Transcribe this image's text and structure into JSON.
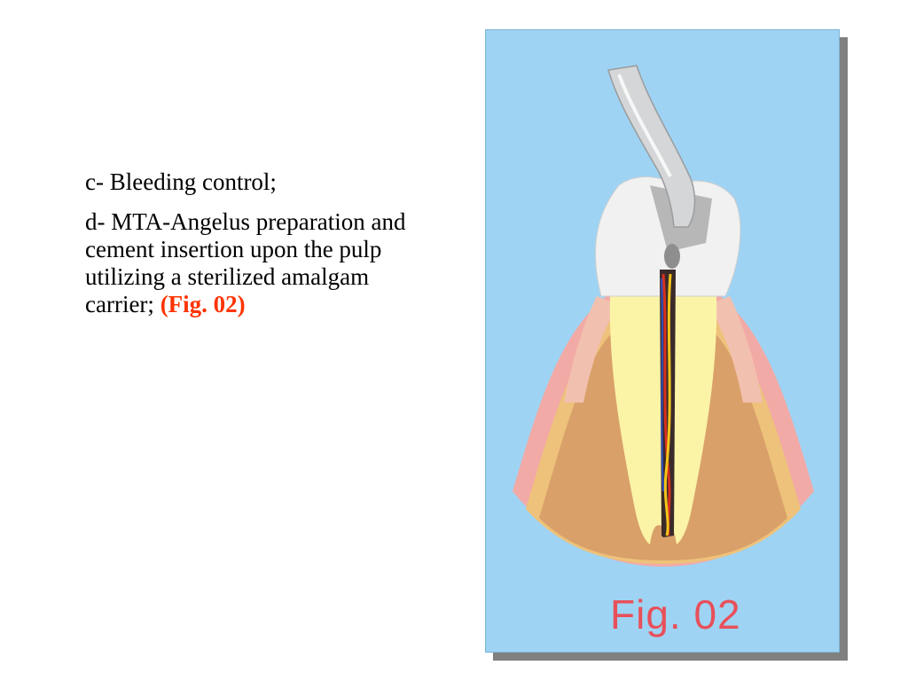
{
  "text": {
    "item_c": "c- Bleeding control;",
    "item_d": "d- MTA-Angelus preparation and cement insertion upon the pulp utilizing a sterilized amalgam carrier; ",
    "item_d_ref": "(Fig. 02)"
  },
  "figure": {
    "caption": "Fig. 02",
    "colors": {
      "background": "#9fd3f3",
      "caption": "#e8505a",
      "bone": "#d9a06a",
      "gum": "#f2aaa6",
      "dentin": "#fbf3a6",
      "enamel": "#f1f1f1",
      "reference": "#ff3300"
    }
  }
}
